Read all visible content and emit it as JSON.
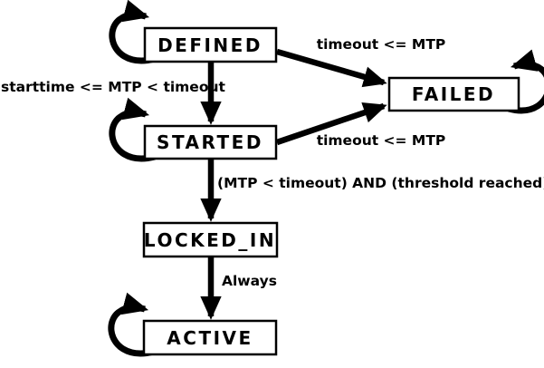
{
  "diagram": {
    "title": "state-machine-diagram",
    "background_color": "#ffffff",
    "line_color": "#000000",
    "box_fill_color": "#ffffff",
    "states": [
      {
        "id": "defined",
        "label": "DEFINED",
        "has_self_loop": true
      },
      {
        "id": "failed",
        "label": "FAILED",
        "has_self_loop": true
      },
      {
        "id": "started",
        "label": "STARTED",
        "has_self_loop": true
      },
      {
        "id": "locked_in",
        "label": "LOCKED_IN",
        "has_self_loop": false
      },
      {
        "id": "active",
        "label": "ACTIVE",
        "has_self_loop": true
      }
    ],
    "transitions": [
      {
        "from": "DEFINED",
        "to": "FAILED",
        "label": "timeout <= MTP"
      },
      {
        "from": "DEFINED",
        "to": "STARTED",
        "label": "starttime <= MTP < timeout"
      },
      {
        "from": "STARTED",
        "to": "FAILED",
        "label": "timeout <= MTP"
      },
      {
        "from": "STARTED",
        "to": "LOCKED_IN",
        "label": "(MTP < timeout) AND (threshold reached)"
      },
      {
        "from": "LOCKED_IN",
        "to": "ACTIVE",
        "label": "Always"
      }
    ]
  }
}
